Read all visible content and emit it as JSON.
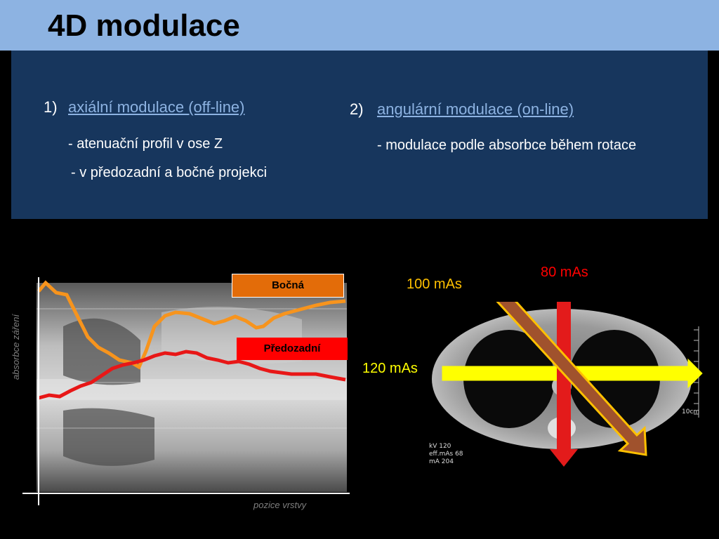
{
  "title": "4D modulace",
  "axial": {
    "number": "1)",
    "heading": "axiální modulace (off-line)",
    "bullets": [
      "- atenuační profil v ose Z",
      "- v předozadní a bočné projekci"
    ]
  },
  "angular": {
    "number": "2)",
    "heading": "angulární modulace (on-line)",
    "bullets": [
      "- modulace podle absorbce během rotace"
    ]
  },
  "xray_figure": {
    "lateral_label": "Bočná",
    "ap_label": "Předozadní",
    "y_axis_label": "absorbce záření",
    "x_axis_label": "pozice vrstvy",
    "colors": {
      "lateral": "#f7941d",
      "ap": "#e81717",
      "lateral_box": "#e36c09",
      "ap_box": "#ff0000"
    }
  },
  "ct_figure": {
    "label_100": "100 mAs",
    "label_80": "80 mAs",
    "label_120": "120 mAs",
    "scale_label": "10cm",
    "info_lines": [
      "kV 120",
      "eff.mAs 68",
      "mA 204"
    ],
    "colors": {
      "yellow": "#ffff00",
      "red": "#e31b1b",
      "brown": "#a0522d",
      "label_100": "#ffc000",
      "label_80": "#ff0000"
    }
  }
}
